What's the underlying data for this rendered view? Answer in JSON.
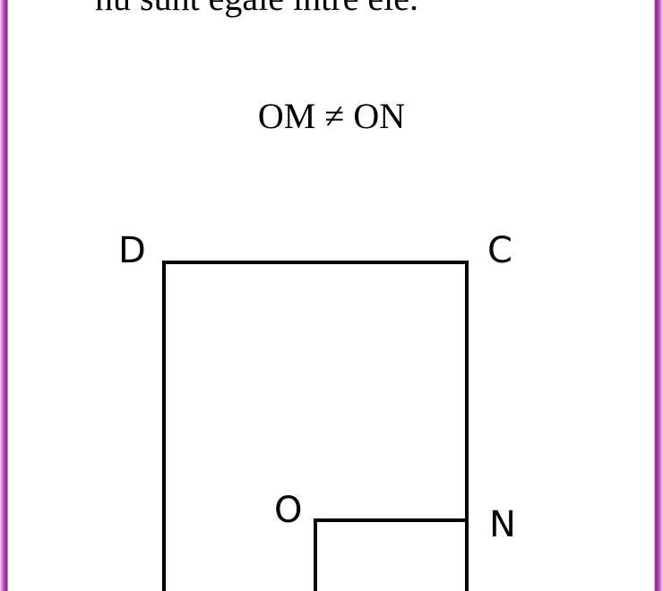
{
  "top_text": "nu sunt egale între ele.",
  "formula": "OM ≠ ON",
  "diagram": {
    "labels": {
      "D": "D",
      "C": "C",
      "O": "O",
      "N": "N"
    }
  },
  "colors": {
    "frame": "#8e1a86",
    "lines": "#000000"
  }
}
